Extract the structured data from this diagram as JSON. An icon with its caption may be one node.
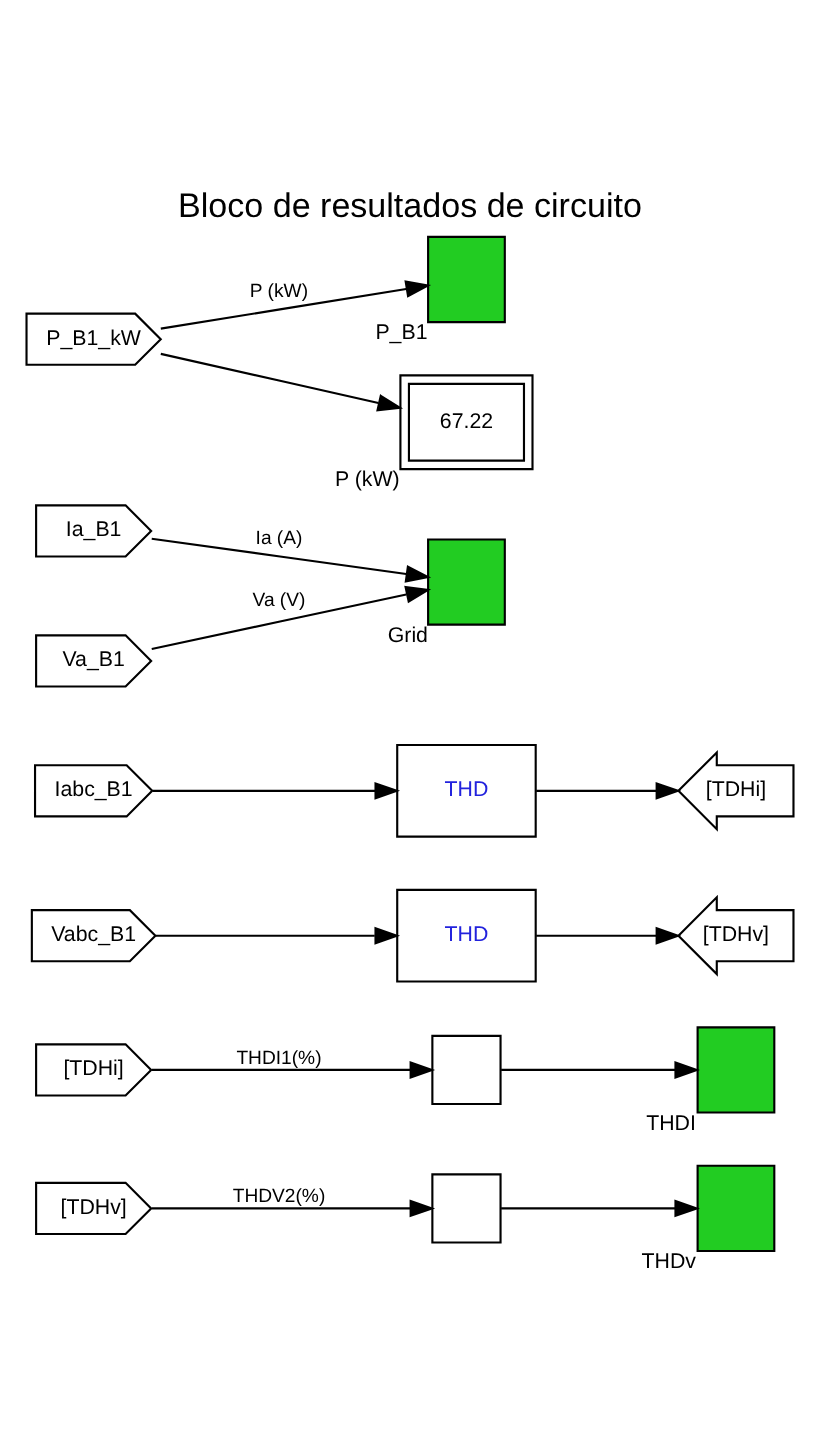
{
  "diagram": {
    "title": "Bloco de resultados de circuito",
    "nodes": [
      {
        "text": [
          "67.22"
        ],
        "beside": [
          "P (kW)"
        ]
      },
      {
        "text": [
          "P_B1_kW"
        ]
      },
      {
        "text": [],
        "shape": "box",
        "beside": [
          "P_B1"
        ]
      },
      {
        "text": [
          "Va_B1"
        ]
      },
      {
        "text": [
          "Ia_B1"
        ]
      },
      {
        "text": [],
        "shape": "box",
        "beside": [
          "Grid"
        ]
      },
      {
        "text": [
          "Iabc_B1"
        ]
      },
      {
        "text": [
          "THD"
        ]
      },
      {
        "text": [
          "[TDHi]"
        ]
      },
      {
        "text": [
          "Vabc_B1"
        ]
      },
      {
        "text": [
          "THD"
        ]
      },
      {
        "text": [
          "[TDHv]"
        ]
      },
      {
        "text": [
          "[TDHi]"
        ]
      },
      {
        "text": [],
        "shape": "box"
      },
      {
        "text": [],
        "shape": "box",
        "beside": [
          "THDI"
        ]
      },
      {
        "text": [
          "[TDHv]"
        ]
      },
      {
        "text": [],
        "shape": "box"
      },
      {
        "text": [],
        "shape": "box",
        "beside": [
          "THDv"
        ]
      }
    ],
    "edges": [
      {
        "from": 1,
        "to": 0,
        "arrow": "to"
      },
      {
        "from": 1,
        "to": 2,
        "arrow": "to",
        "label": "P (kW)"
      },
      {
        "from": 3,
        "to": 5,
        "arrow": "to",
        "label": "Va (V)"
      },
      {
        "from": 4,
        "to": 5,
        "arrow": "to",
        "label": "Ia (A)"
      },
      {
        "from": 6,
        "to": 7,
        "arrow": "to"
      },
      {
        "from": 7,
        "to": 8,
        "arrow": "to"
      },
      {
        "from": 9,
        "to": 10,
        "arrow": "to"
      },
      {
        "from": 10,
        "to": 11,
        "arrow": "to"
      },
      {
        "from": 12,
        "to": 13,
        "arrow": "to",
        "label": "THDI1(%)"
      },
      {
        "from": 13,
        "to": 14,
        "arrow": "to"
      },
      {
        "from": 15,
        "to": 16,
        "arrow": "to",
        "label": "THDV2(%)"
      },
      {
        "from": 16,
        "to": 17,
        "arrow": "to"
      }
    ]
  }
}
